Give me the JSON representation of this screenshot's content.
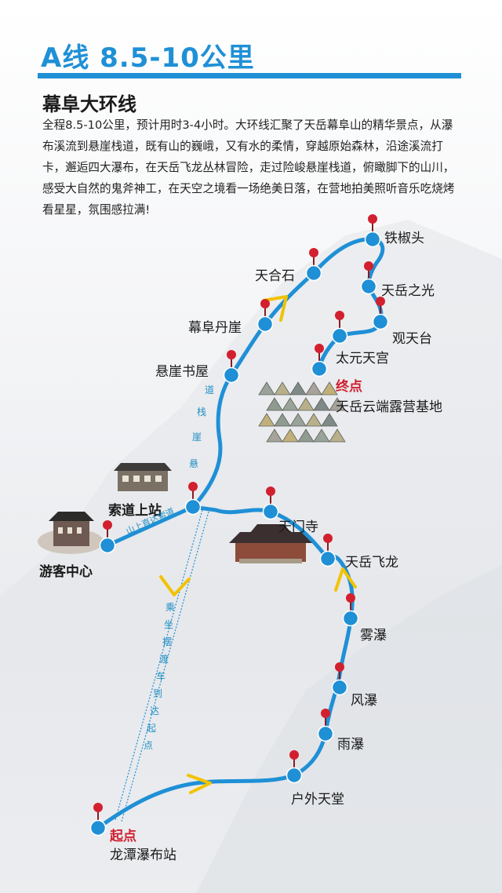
{
  "header": {
    "title": "A线 8.5-10公里",
    "subtitle": "幕阜大环线",
    "description": "全程8.5-10公里，预计用时3-4小时。大环线汇聚了天岳幕阜山的精华景点，从瀑布溪流到悬崖栈道，既有山的巍峨，又有水的柔情，穿越原始森林，沿途溪流打卡，邂逅四大瀑布，在天岳飞龙丛林冒险，走过险峻悬崖栈道，俯瞰脚下的山川，感受大自然的鬼斧神工，在天空之境看一场绝美日落，在营地拍美照听音乐吃烧烤看星星，氛围感拉满!"
  },
  "stops": [
    {
      "id": "longtan",
      "label": "龙潭瀑布站"
    },
    {
      "id": "huwai",
      "label": "户外天堂"
    },
    {
      "id": "yupu",
      "label": "雨瀑"
    },
    {
      "id": "fengpu",
      "label": "风瀑"
    },
    {
      "id": "wupu",
      "label": "雾瀑"
    },
    {
      "id": "feilong",
      "label": "天岳飞龙"
    },
    {
      "id": "tianmen",
      "label": "天门寺"
    },
    {
      "id": "suodao",
      "label": "索道上站"
    },
    {
      "id": "youke",
      "label": "游客中心"
    },
    {
      "id": "xuanya",
      "label": "悬崖书屋"
    },
    {
      "id": "danya",
      "label": "幕阜丹崖"
    },
    {
      "id": "tianhe",
      "label": "天合石"
    },
    {
      "id": "tiechu",
      "label": "铁椒头"
    },
    {
      "id": "zhiguang",
      "label": "天岳之光"
    },
    {
      "id": "guantian",
      "label": "观天台"
    },
    {
      "id": "taiyuan",
      "label": "太元天宫"
    },
    {
      "id": "camp",
      "label": "天岳云端露营基地"
    }
  ],
  "markers": {
    "start": "起点",
    "end": "终点"
  },
  "path_labels": {
    "cliff_road": [
      "悬",
      "崖",
      "栈",
      "道"
    ],
    "shuttle": [
      "乘",
      "坐",
      "摆",
      "渡",
      "车",
      "到",
      "达",
      "起",
      "点"
    ],
    "cableway": "山上直达索道"
  },
  "colors": {
    "route": "#1f90d6",
    "node": "#1f90d6",
    "pin": "#d2202f",
    "arrow": "#f2c200",
    "accent": "#1f90d6"
  }
}
